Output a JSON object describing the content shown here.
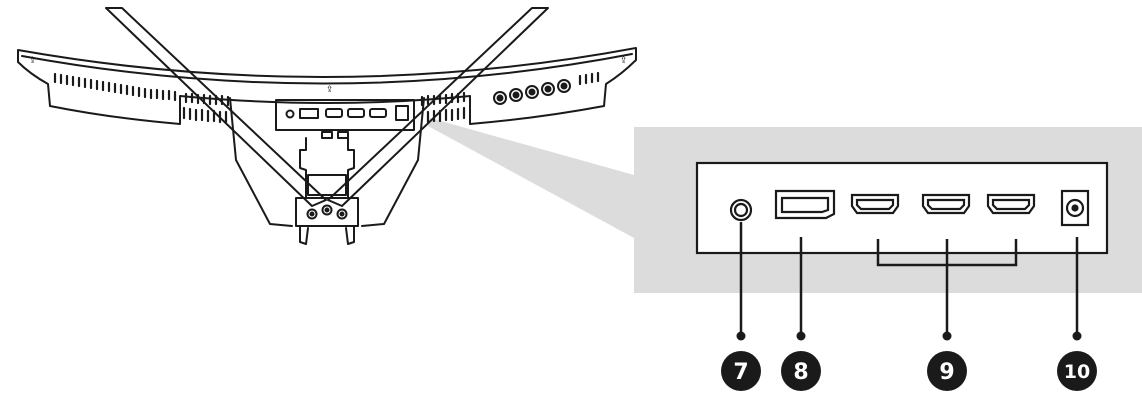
{
  "callouts": [
    {
      "id": "7",
      "label": "7"
    },
    {
      "id": "8",
      "label": "8"
    },
    {
      "id": "9",
      "label": "9"
    },
    {
      "id": "10",
      "label": "10"
    }
  ],
  "colors": {
    "ink": "#1a1a1a",
    "zoom_panel": "#dcdcdc",
    "badge": "#1a1a1a"
  },
  "icons": [
    "monitor-rear-view",
    "audio-jack-icon",
    "displayport-icon",
    "hdmi-port-icon",
    "dc-power-jack-icon"
  ]
}
